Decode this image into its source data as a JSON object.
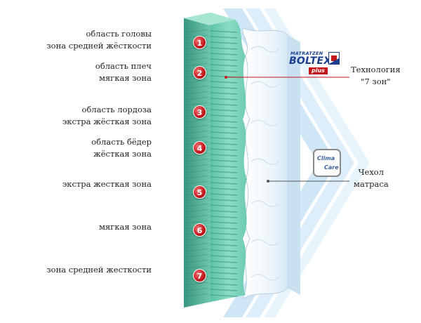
{
  "zones": [
    {
      "number": "1",
      "line1": "область головы",
      "line2": "зона средней жёсткости"
    },
    {
      "number": "2",
      "line1": "область плеч",
      "line2": "мягкая зона"
    },
    {
      "number": "3",
      "line1": "область лордоза",
      "line2": "экстра жёсткая зона"
    },
    {
      "number": "4",
      "line1": "область бёдер",
      "line2": "жёсткая зона"
    },
    {
      "number": "5",
      "line1": "экстра жесткая зона",
      "line2": ""
    },
    {
      "number": "6",
      "line1": "мягкая зона",
      "line2": ""
    },
    {
      "number": "7",
      "line1": "зона средней жесткости",
      "line2": ""
    }
  ],
  "callouts": {
    "technology": {
      "line1": "Технология",
      "line2": "\"7 зон\""
    },
    "cover": {
      "line1": "Чехол",
      "line2": "матраса"
    }
  },
  "logo": {
    "line1": "MATRATZEN",
    "line2": "BOLTEX",
    "line3": "plus"
  },
  "clima_badge": {
    "line1": "Clima",
    "line2": "Care"
  },
  "colors": {
    "foam": "#7fd2b8",
    "foam_dark": "#3f9b85",
    "cover": "#eaf4fb",
    "chevron": "#b8d8ef",
    "badge": "#c3161c",
    "logo_blue": "#1d3f8f",
    "leader": "#c3161c"
  }
}
